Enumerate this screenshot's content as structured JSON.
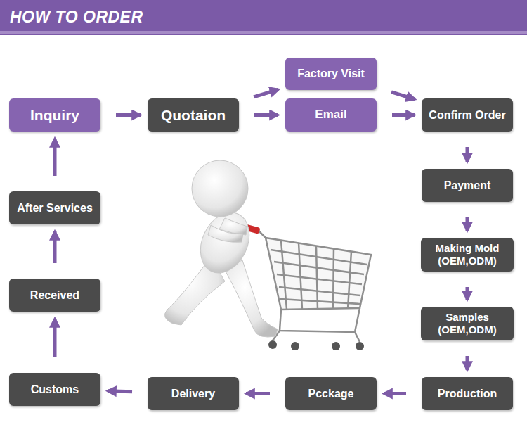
{
  "diagram": {
    "title": "HOW TO ORDER",
    "nodes": [
      {
        "text": [
          "Inquiry"
        ]
      },
      {
        "text": [
          "Quotaion"
        ]
      },
      {
        "text": [
          "Factory Visit"
        ]
      },
      {
        "text": [
          "Email"
        ]
      },
      {
        "text": [
          "Confirm Order"
        ]
      },
      {
        "text": [
          "Payment"
        ]
      },
      {
        "text": [
          "Making Mold (OEM,ODM)"
        ]
      },
      {
        "text": [
          "Samples (OEM,ODM)"
        ]
      },
      {
        "text": [
          "Production"
        ]
      },
      {
        "text": [
          "Pcckage"
        ]
      },
      {
        "text": [
          "Delivery"
        ]
      },
      {
        "text": [
          "Customs"
        ]
      },
      {
        "text": [
          "Received"
        ]
      },
      {
        "text": [
          "After Services"
        ]
      }
    ],
    "edges": [
      {
        "from": 0,
        "to": 1,
        "arrow": "to"
      },
      {
        "from": 1,
        "to": 2,
        "arrow": "to"
      },
      {
        "from": 1,
        "to": 3,
        "arrow": "to"
      },
      {
        "from": 2,
        "to": 4,
        "arrow": "to"
      },
      {
        "from": 3,
        "to": 4,
        "arrow": "to"
      },
      {
        "from": 4,
        "to": 5,
        "arrow": "to"
      },
      {
        "from": 5,
        "to": 6,
        "arrow": "to"
      },
      {
        "from": 6,
        "to": 7,
        "arrow": "to"
      },
      {
        "from": 7,
        "to": 8,
        "arrow": "to"
      },
      {
        "from": 8,
        "to": 9,
        "arrow": "to"
      },
      {
        "from": 9,
        "to": 10,
        "arrow": "to"
      },
      {
        "from": 10,
        "to": 11,
        "arrow": "to"
      },
      {
        "from": 11,
        "to": 12,
        "arrow": "to"
      },
      {
        "from": 12,
        "to": 13,
        "arrow": "to"
      },
      {
        "from": 13,
        "to": 0,
        "arrow": "to"
      }
    ]
  }
}
